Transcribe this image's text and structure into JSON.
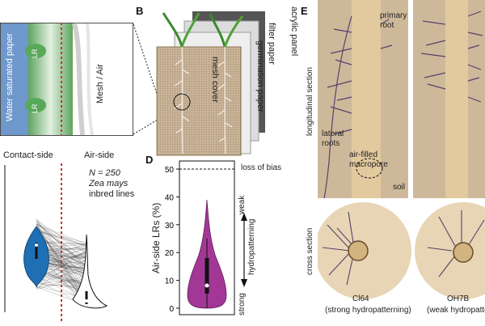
{
  "panel_a": {
    "inset": {
      "left_label": "Water saturated paper",
      "right_label": "Mesh / Air",
      "lr_top": "LR",
      "lr_bottom": "LR"
    },
    "contact_label": "Contact-side",
    "air_label": "Air-side",
    "n_label": "N = 250",
    "species": "Zea mays",
    "lines_label": "inbred lines"
  },
  "panel_b": {
    "letter": "B",
    "acrylic": "acrylic panel",
    "filter": "filter paper",
    "germination": "germination paper",
    "mesh": "mesh cover"
  },
  "panel_d": {
    "letter": "D",
    "ylabel": "Air-side LRs (%)",
    "yticks": [
      "0",
      "10",
      "20",
      "30",
      "40",
      "50"
    ],
    "loss_label": "loss of bias",
    "weak": "weak",
    "hydro": "hydropatterning",
    "strong": "strong",
    "violin_color": "#a33796"
  },
  "panel_e": {
    "letter": "E",
    "long_section": "longitudinal section",
    "cross_section": "cross section",
    "primary_root": "primary root",
    "lateral_roots": "lateral roots",
    "macropore": "air-filled macropore",
    "soil": "soil",
    "line1_name": "Cl64",
    "line1_desc": "(strong hydropatterning)",
    "line2_name": "OH7B",
    "line2_desc": "(weak hydropatte"
  }
}
